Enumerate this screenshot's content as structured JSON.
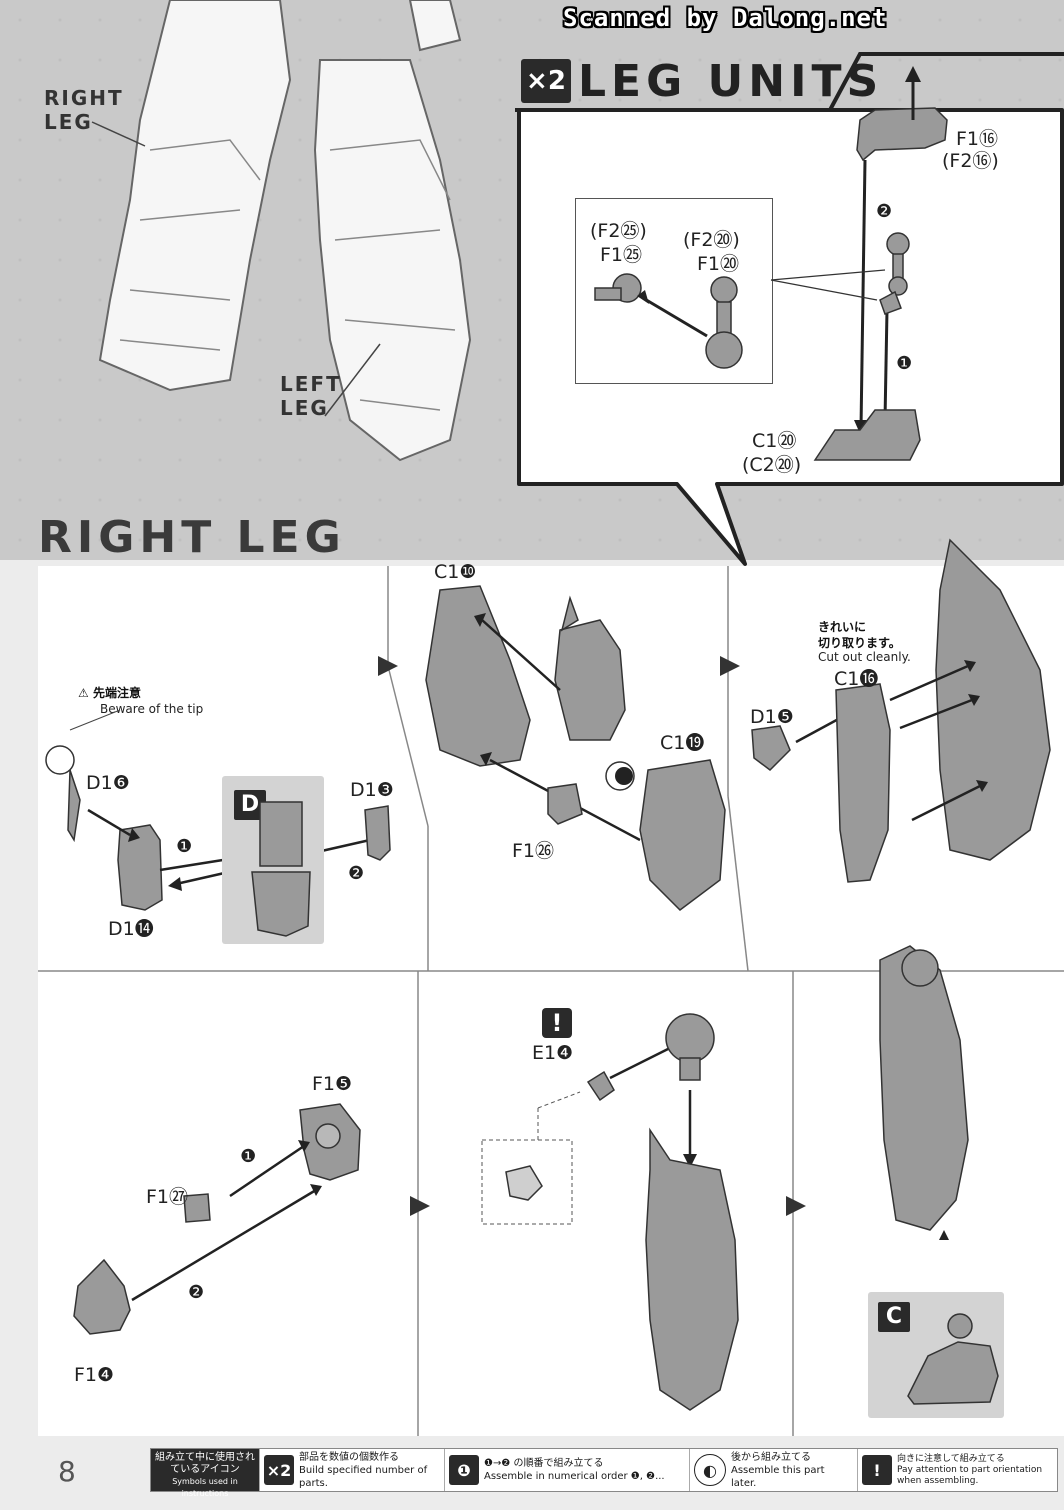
{
  "watermark": "Scanned by Dalong.net",
  "sections": {
    "leg_units": {
      "multiplier": "×2",
      "title": "LEG UNITS"
    },
    "right_leg": {
      "title": "RIGHT LEG"
    }
  },
  "callouts": {
    "right_leg": [
      "RIGHT",
      "LEG"
    ],
    "left_leg": [
      "LEFT",
      "LEG"
    ]
  },
  "leg_units_parts": {
    "f1_16": "F1⑯",
    "f2_16": "(F2⑯)",
    "f2_25": "(F2㉕)",
    "f1_25": "F1㉕",
    "f2_20": "(F2⑳)",
    "f1_20": "F1⑳",
    "c1_20": "C1⑳",
    "c2_20": "(C2⑳)",
    "step1": "❶",
    "step2": "❷"
  },
  "step1": {
    "warning_jp": "先端注意",
    "warning_en": "Beware of the tip",
    "d1_6": "D1❻",
    "d1_14": "D1⓮",
    "d1_3": "D1❸",
    "sub_letter": "D",
    "step1": "❶",
    "step2": "❷"
  },
  "step2": {
    "c1_10": "C1❿",
    "c1_19": "C1⓳",
    "f1_26": "F1㉖"
  },
  "step3": {
    "note_jp_1": "きれいに",
    "note_jp_2": "切り取ります。",
    "note_en": "Cut out cleanly.",
    "c1_16": "C1⓰",
    "d1_5": "D1❺"
  },
  "step4": {
    "f1_5": "F1❺",
    "f1_27": "F1㉗",
    "f1_4": "F1❹",
    "step1": "❶",
    "step2": "❷"
  },
  "step5": {
    "e1_4": "E1❹",
    "warning": "!"
  },
  "step6": {
    "sub_letter": "C"
  },
  "legend": {
    "title_jp": "組み立て中に使用されているアイコン",
    "title_en": "Symbols used in instructions",
    "items": [
      {
        "icon": "×2",
        "jp": "部品を数値の個数作る",
        "en": "Build specified number of parts."
      },
      {
        "icon": "❶",
        "jp": "❶→❷ の順番で組み立てる",
        "en": "Assemble in numerical order ❶, ❷..."
      },
      {
        "icon": "◐",
        "jp": "後から組み立てる",
        "en": "Assemble this part later."
      },
      {
        "icon": "!",
        "jp": "向きに注意して組み立てる",
        "en": "Pay attention to part orientation when assembling."
      }
    ]
  },
  "page_number": "8"
}
